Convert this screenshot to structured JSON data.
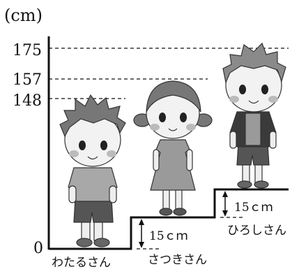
{
  "unit_label": "(cm)",
  "ticks": [
    {
      "value": "175"
    },
    {
      "value": "157"
    },
    {
      "value": "148"
    },
    {
      "value": "0"
    }
  ],
  "children": [
    {
      "name": "わたるさん",
      "height_cm": 148
    },
    {
      "name": "さつきさん",
      "height_cm": 157
    },
    {
      "name": "ひろしさん",
      "height_cm": 175
    }
  ],
  "step_labels": [
    "15ｃｍ",
    "15ｃｍ"
  ],
  "colors": {
    "line": "#111111",
    "skin": "#f2f2f2",
    "hair": "#777777",
    "cheek": "#bbbbbb",
    "shirt": "#a8a8a8",
    "shorts": "#555555",
    "dress": "#9a9a9a",
    "vest": "#3a3a3a"
  }
}
